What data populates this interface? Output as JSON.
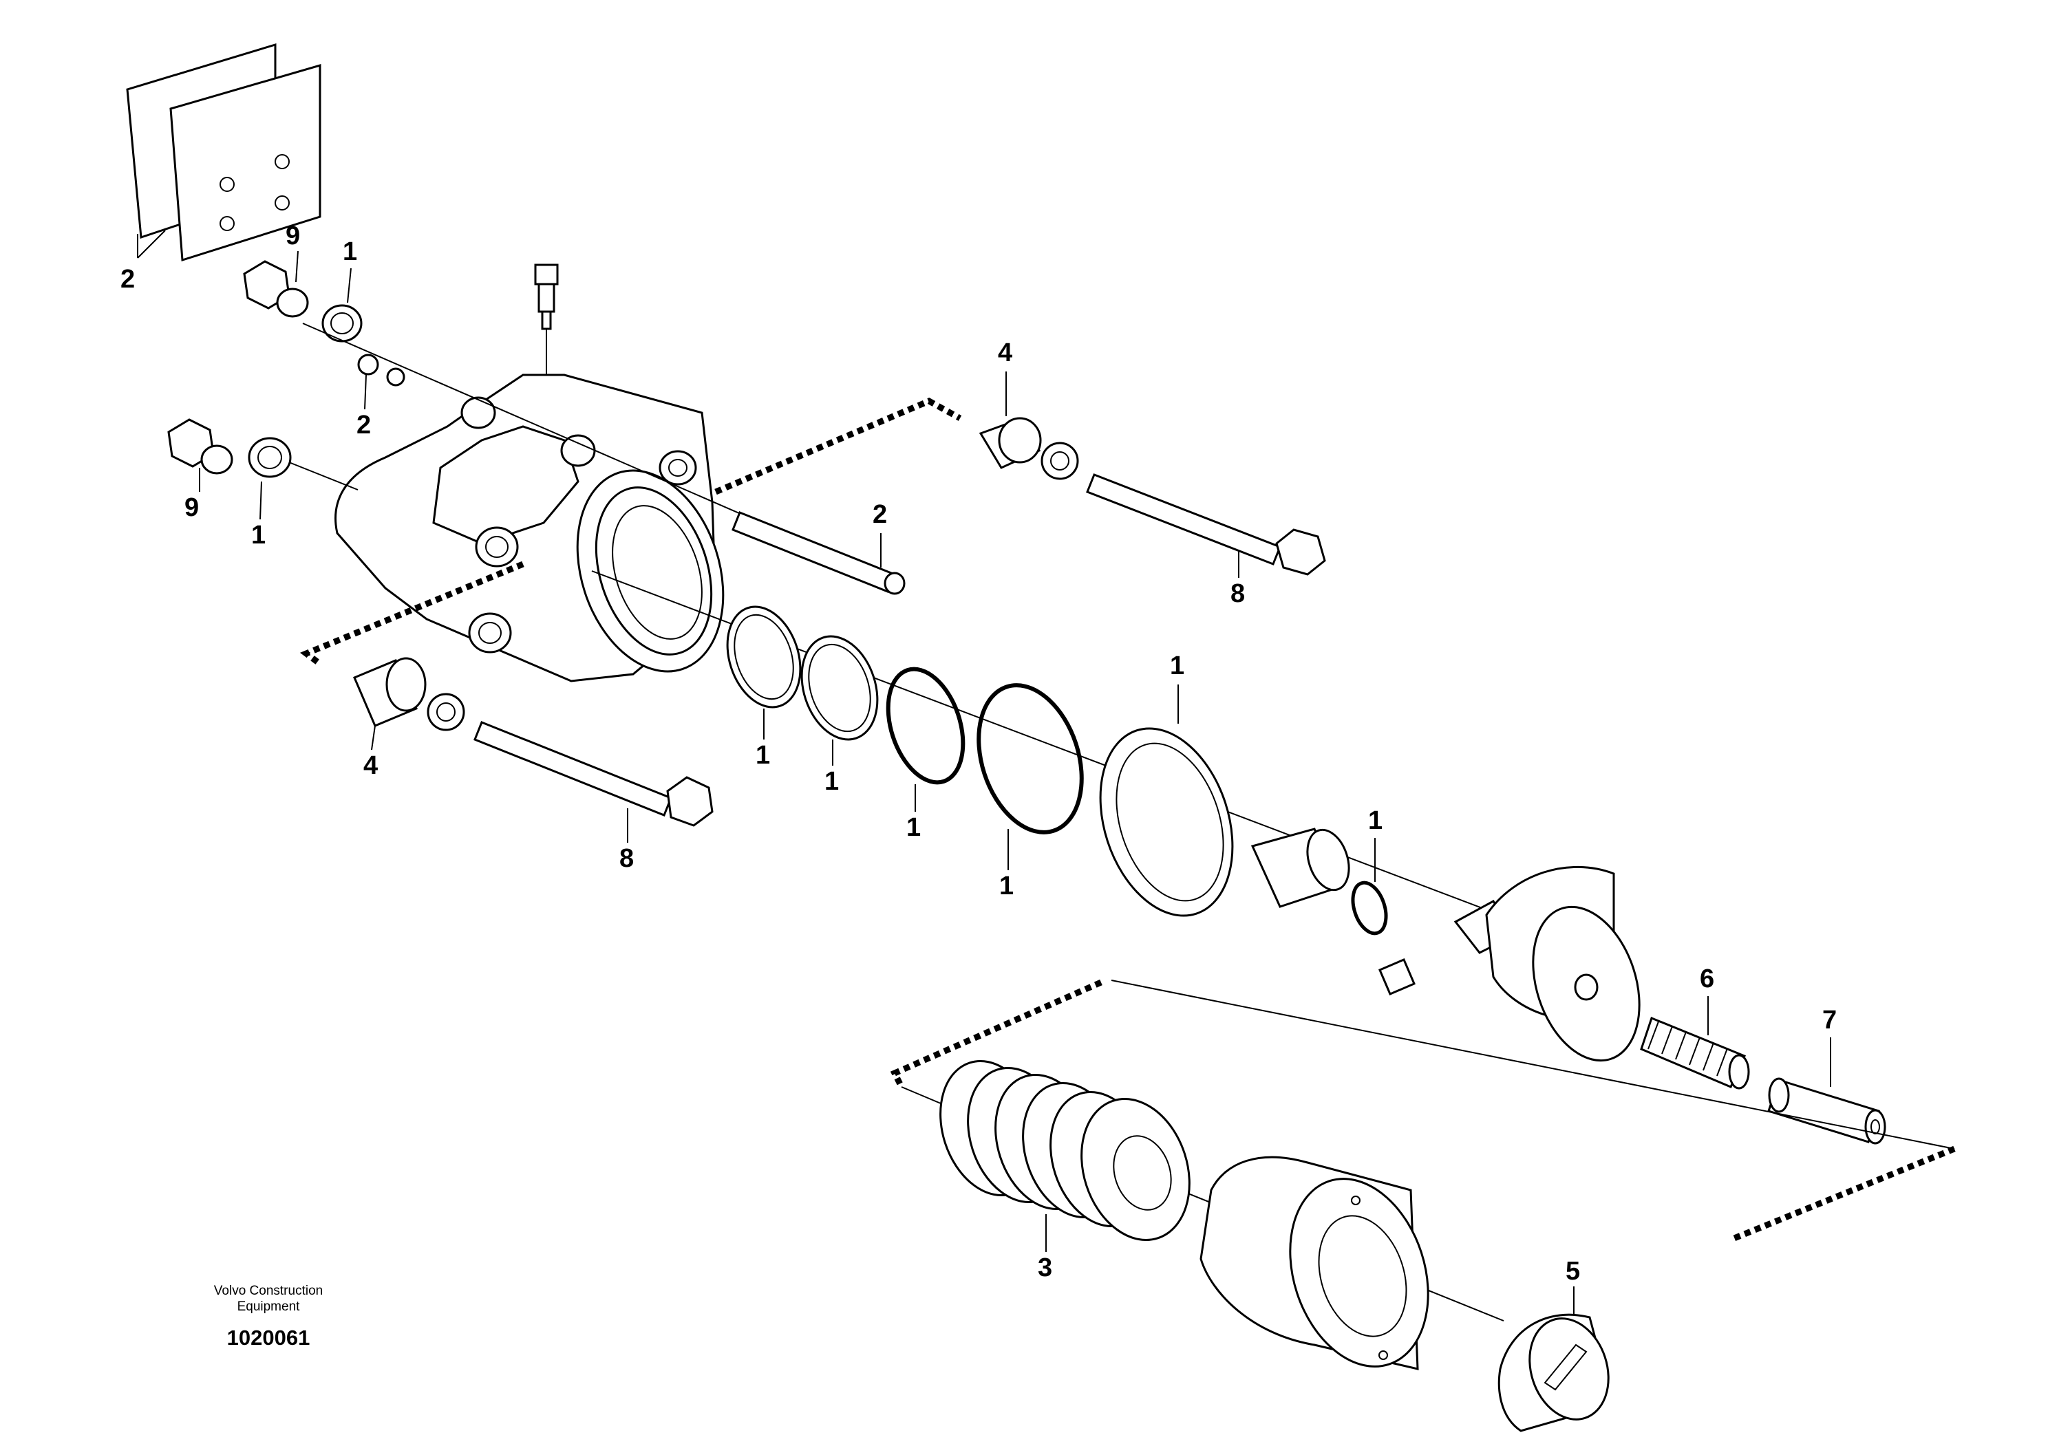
{
  "diagram": {
    "callouts": {
      "brake_pads": "2",
      "plug_top": "9",
      "washer_top": "1",
      "nuts": "2",
      "plug_left": "9",
      "washer_left": "1",
      "guide_pin": "2",
      "bushing_top": "4",
      "bolt_top": "8",
      "bushing_left": "4",
      "bolt_left": "8",
      "ring_a": "1",
      "ring_b": "1",
      "oring_a": "1",
      "oring_b": "1",
      "seal_large": "1",
      "oring_small": "1",
      "spring": "6",
      "sleeve": "7",
      "bellows": "3",
      "cover": "5"
    },
    "footer": {
      "company_line1": "Volvo Construction",
      "company_line2": "Equipment",
      "drawing_number": "1020061"
    }
  }
}
